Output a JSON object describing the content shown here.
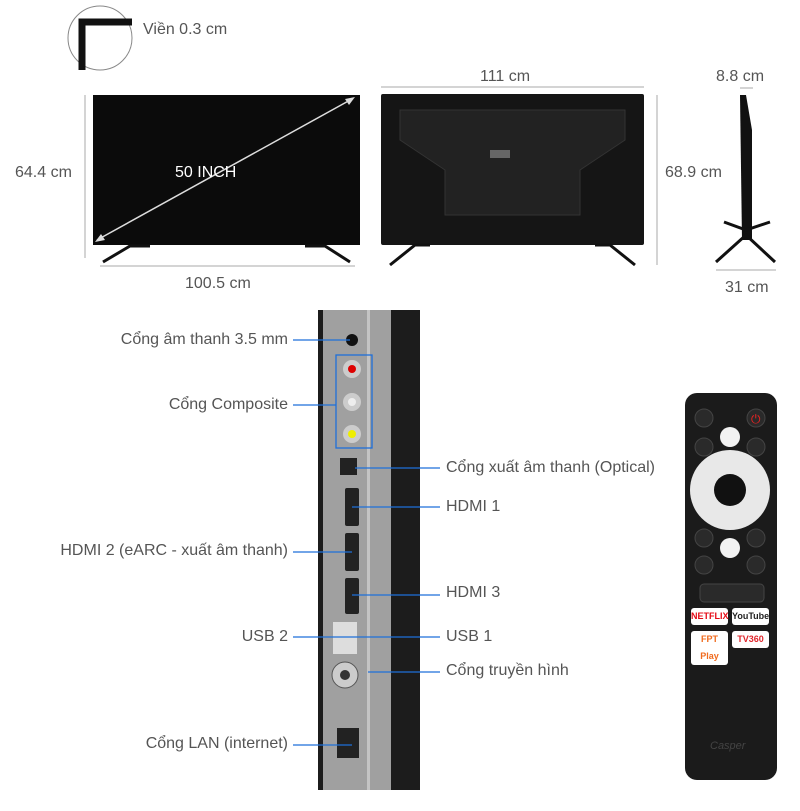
{
  "dimensions": {
    "bezel": "Viền 0.3 cm",
    "screen_size": "50 INCH",
    "front_height": "64.4 cm",
    "front_width": "100.5 cm",
    "back_width": "111 cm",
    "height_with_stand": "68.9 cm",
    "depth": "8.8 cm",
    "stand_depth": "31 cm"
  },
  "ports_left": [
    "Cổng âm thanh 3.5 mm",
    "Cổng Composite",
    "HDMI 2 (eARC - xuất âm thanh)",
    "USB 2",
    "Cổng LAN (internet)"
  ],
  "ports_right": [
    "Cổng xuất âm thanh (Optical)",
    "HDMI 1",
    "HDMI 3",
    "USB 1",
    "Cổng truyền hình"
  ],
  "remote": {
    "apps": [
      "NETFLIX",
      "YouTube",
      "FPT Play",
      "TV360"
    ],
    "brand": "Casper"
  },
  "colors": {
    "leader_line": "#1e6fd9",
    "tv": "#111111",
    "panel": "#9a9a9a"
  }
}
